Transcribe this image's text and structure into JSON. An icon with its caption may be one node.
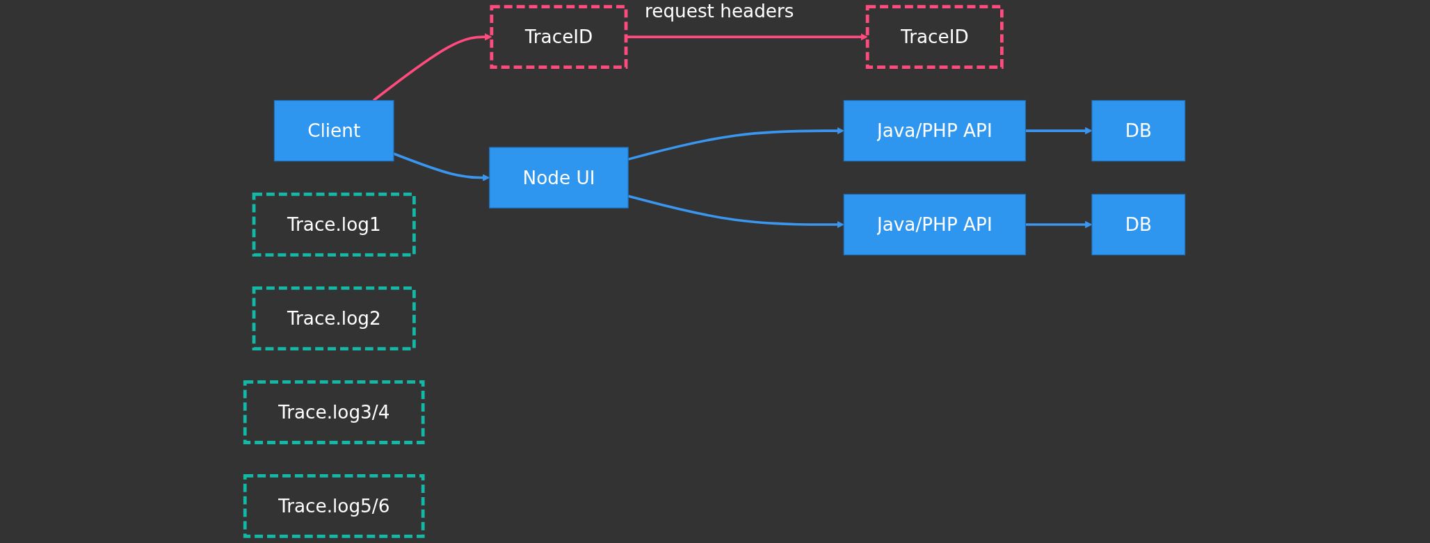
{
  "diagram": {
    "nodes": [
      {
        "text": [
          "TraceID"
        ]
      },
      {
        "text": [
          "TraceID"
        ]
      },
      {
        "text": [
          "Client"
        ]
      },
      {
        "text": [
          "Node UI"
        ]
      },
      {
        "text": [
          "Java/PHP API"
        ]
      },
      {
        "text": [
          "DB"
        ]
      },
      {
        "text": [
          "Java/PHP API"
        ]
      },
      {
        "text": [
          "DB"
        ]
      },
      {
        "text": [
          "Trace.log1"
        ]
      },
      {
        "text": [
          "Trace.log2"
        ]
      },
      {
        "text": [
          "Trace.log3/4"
        ]
      },
      {
        "text": [
          "Trace.log5/6"
        ]
      }
    ],
    "edges": [
      {
        "from": 2,
        "to": 0,
        "arrow": "to",
        "color": "#ff4b7d"
      },
      {
        "from": 0,
        "to": 1,
        "arrow": "to",
        "label": "request headers",
        "color": "#ff4b7d"
      },
      {
        "from": 2,
        "to": 3,
        "arrow": "to"
      },
      {
        "from": 3,
        "to": 4,
        "arrow": "to"
      },
      {
        "from": 3,
        "to": 6,
        "arrow": "to"
      },
      {
        "from": 4,
        "to": 5,
        "arrow": "to"
      },
      {
        "from": 6,
        "to": 7,
        "arrow": "to"
      }
    ]
  }
}
